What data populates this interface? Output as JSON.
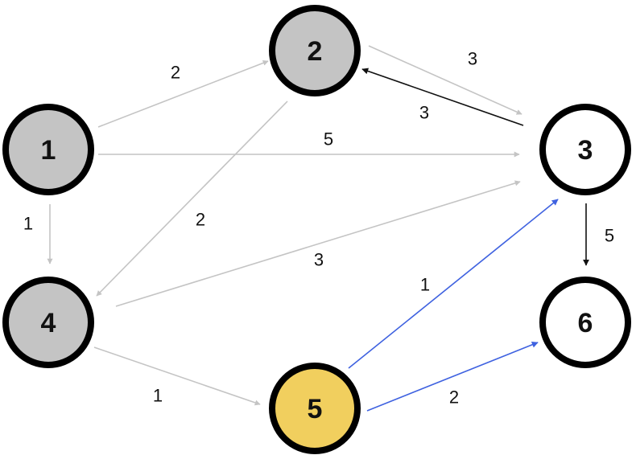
{
  "colors": {
    "visited": "#c4c4c4",
    "current": "#f1cf5e",
    "unvisited": "#ffffff",
    "edge_visited": "#c4c4c4",
    "edge_active": "#3f62e0",
    "edge_default": "#111111",
    "node_border": "#000000"
  },
  "nodes": [
    {
      "id": "1",
      "label": "1",
      "state": "visited"
    },
    {
      "id": "2",
      "label": "2",
      "state": "visited"
    },
    {
      "id": "3",
      "label": "3",
      "state": "unvisited"
    },
    {
      "id": "4",
      "label": "4",
      "state": "visited"
    },
    {
      "id": "5",
      "label": "5",
      "state": "current"
    },
    {
      "id": "6",
      "label": "6",
      "state": "unvisited"
    }
  ],
  "edges": [
    {
      "from": "1",
      "to": "2",
      "weight": "2",
      "state": "visited"
    },
    {
      "from": "1",
      "to": "3",
      "weight": "5",
      "state": "visited"
    },
    {
      "from": "1",
      "to": "4",
      "weight": "1",
      "state": "visited"
    },
    {
      "from": "2",
      "to": "3",
      "weight": "3",
      "state": "visited"
    },
    {
      "from": "3",
      "to": "2",
      "weight": "3",
      "state": "default"
    },
    {
      "from": "2",
      "to": "4",
      "weight": "2",
      "state": "visited"
    },
    {
      "from": "4",
      "to": "3",
      "weight": "3",
      "state": "visited"
    },
    {
      "from": "4",
      "to": "5",
      "weight": "1",
      "state": "visited"
    },
    {
      "from": "5",
      "to": "3",
      "weight": "1",
      "state": "active"
    },
    {
      "from": "5",
      "to": "6",
      "weight": "2",
      "state": "active"
    },
    {
      "from": "3",
      "to": "6",
      "weight": "5",
      "state": "default"
    }
  ]
}
